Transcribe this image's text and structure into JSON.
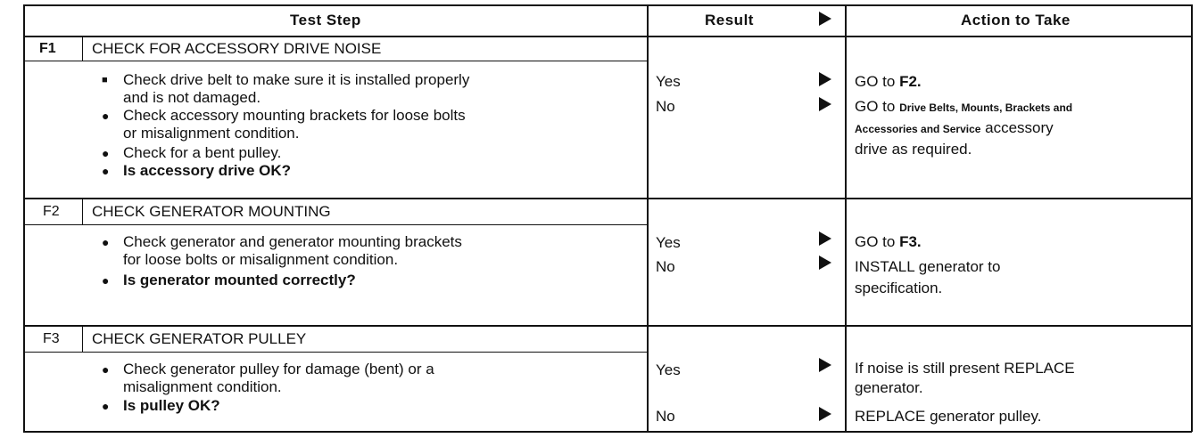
{
  "header": {
    "test_step": "Test Step",
    "result": "Result",
    "action": "Action to Take"
  },
  "steps": [
    {
      "id": "F1",
      "title": "CHECK FOR ACCESSORY DRIVE NOISE",
      "items": [
        [
          "Check drive belt to make sure it is installed properly",
          "and is not damaged."
        ],
        [
          "Check accessory mounting brackets for loose bolts",
          "or misalignment condition."
        ],
        [
          "Check for a bent pulley."
        ],
        [
          "Is accessory drive OK?"
        ]
      ],
      "results": [
        "Yes",
        "No"
      ],
      "actions": {
        "yes_pre": "GO to ",
        "yes_ref": "F2.",
        "no_pre": "GO to ",
        "no_ref_1": "Drive Belts, Mounts, Brackets and",
        "no_ref_2": "Accessories and Service",
        "no_post_1": " accessory",
        "no_post_2": "drive as required."
      }
    },
    {
      "id": "F2",
      "title": "CHECK GENERATOR MOUNTING",
      "items": [
        [
          "Check generator and generator mounting brackets",
          "for loose bolts or misalignment condition."
        ],
        [
          "Is generator mounted correctly?"
        ]
      ],
      "results": [
        "Yes",
        "No"
      ],
      "actions": {
        "yes_pre": "GO to ",
        "yes_ref": "F3.",
        "no_1": "INSTALL generator to",
        "no_2": "specification."
      }
    },
    {
      "id": "F3",
      "title": "CHECK GENERATOR PULLEY",
      "items": [
        [
          "Check generator pulley for damage (bent) or a",
          "misalignment condition."
        ],
        [
          "Is pulley OK?"
        ]
      ],
      "results": [
        "Yes",
        "No"
      ],
      "actions": {
        "yes_1": "If noise is still present REPLACE",
        "yes_2": "generator.",
        "no_1": "REPLACE generator pulley."
      }
    }
  ]
}
